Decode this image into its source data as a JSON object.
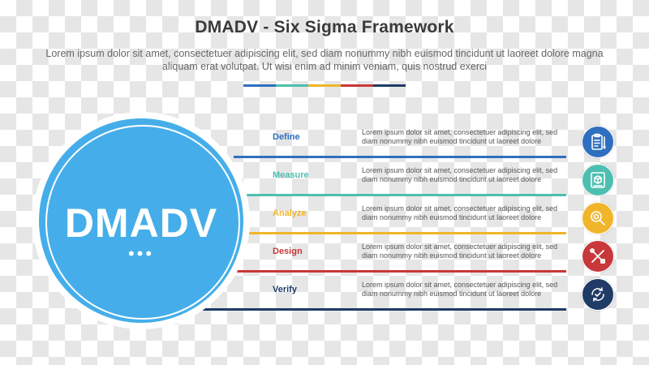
{
  "header": {
    "title": "DMADV - Six Sigma Framework",
    "subtitle": "Lorem ipsum dolor sit amet, consectetuer adipiscing elit, sed diam nonummy nibh euismod tincidunt ut laoreet dolore magna aliquam erat volutpat. Ut wisi enim ad minim veniam, quis nostrud exerci"
  },
  "colors": [
    "#2f6fbf",
    "#4dbfb0",
    "#f0b52a",
    "#c8383a",
    "#1f3b66"
  ],
  "circle": {
    "text": "DMADV",
    "dots": "•••",
    "color": "#45aeea"
  },
  "steps": [
    {
      "label": "Define",
      "color": "#2f6fbf",
      "icon": "clipboard-icon",
      "description": "Lorem ipsum dolor sit amet, consectetuer adipiscing elit, sed diam nonummy nibh euismod tincidunt ut laoreet dolore"
    },
    {
      "label": "Measure",
      "color": "#4dbfb0",
      "icon": "box-icon",
      "description": "Lorem ipsum dolor sit amet, consectetuer adipiscing elit, sed diam nonummy nibh euismod tincidunt ut laoreet dolore"
    },
    {
      "label": "Analyze",
      "color": "#f0b52a",
      "icon": "magnifier-icon",
      "description": "Lorem ipsum dolor sit amet, consectetuer adipiscing elit, sed diam nonummy nibh euismod tincidunt ut laoreet dolore"
    },
    {
      "label": "Design",
      "color": "#c8383a",
      "icon": "tools-icon",
      "description": "Lorem ipsum dolor sit amet, consectetuer adipiscing elit, sed diam nonummy nibh euismod tincidunt ut laoreet dolore"
    },
    {
      "label": "Verify",
      "color": "#1f3b66",
      "icon": "check-cycle-icon",
      "description": "Lorem ipsum dolor sit amet, consectetuer adipiscing elit, sed diam nonummy nibh euismod tincidunt ut laoreet dolore"
    }
  ]
}
